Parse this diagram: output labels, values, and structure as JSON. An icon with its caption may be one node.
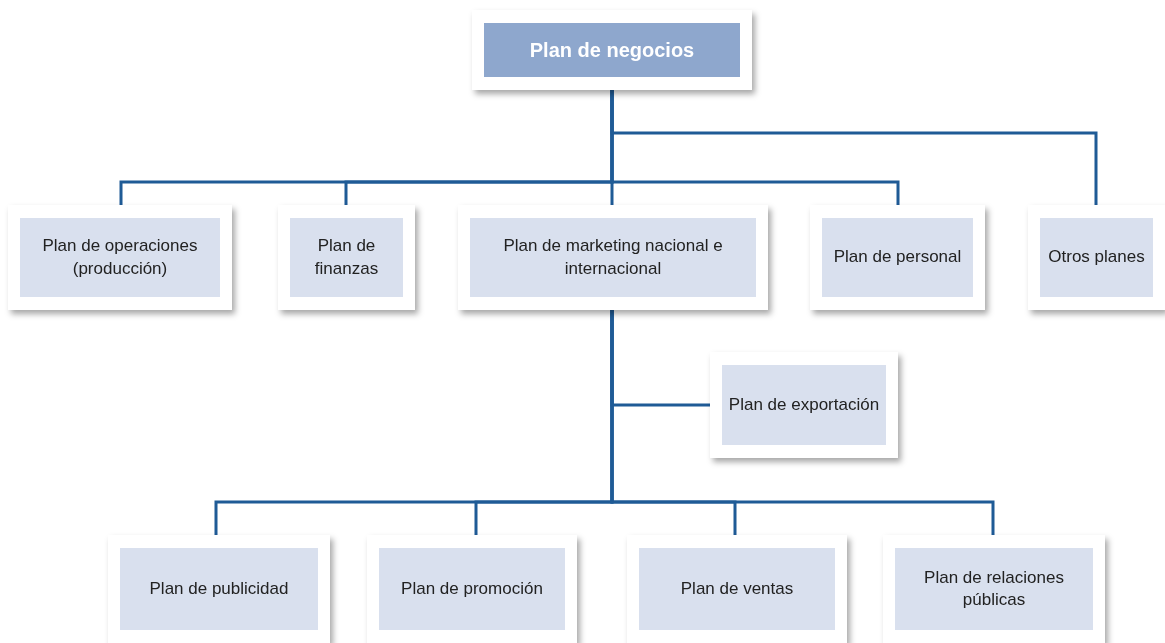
{
  "diagram": {
    "nodes": [
      {
        "text": [
          "Plan de negocios"
        ]
      },
      {
        "text": [
          "Plan de operaciones (producción)"
        ]
      },
      {
        "text": [
          "Plan de finanzas"
        ]
      },
      {
        "text": [
          "Plan de marketing nacional e internacional"
        ]
      },
      {
        "text": [
          "Plan de personal"
        ]
      },
      {
        "text": [
          "Otros planes"
        ]
      },
      {
        "text": [
          "Plan de exportación"
        ]
      },
      {
        "text": [
          "Plan de publicidad"
        ]
      },
      {
        "text": [
          "Plan de promoción"
        ]
      },
      {
        "text": [
          "Plan de ventas"
        ]
      },
      {
        "text": [
          "Plan de relaciones públicas"
        ]
      }
    ],
    "edges": [
      {
        "from": 0,
        "to": 1,
        "arrow": "none"
      },
      {
        "from": 0,
        "to": 2,
        "arrow": "none"
      },
      {
        "from": 0,
        "to": 3,
        "arrow": "none"
      },
      {
        "from": 0,
        "to": 4,
        "arrow": "none"
      },
      {
        "from": 0,
        "to": 5,
        "arrow": "none"
      },
      {
        "from": 3,
        "to": 6,
        "arrow": "none"
      },
      {
        "from": 3,
        "to": 7,
        "arrow": "none"
      },
      {
        "from": 3,
        "to": 8,
        "arrow": "none"
      },
      {
        "from": 3,
        "to": 9,
        "arrow": "none"
      },
      {
        "from": 3,
        "to": 10,
        "arrow": "none"
      }
    ]
  }
}
